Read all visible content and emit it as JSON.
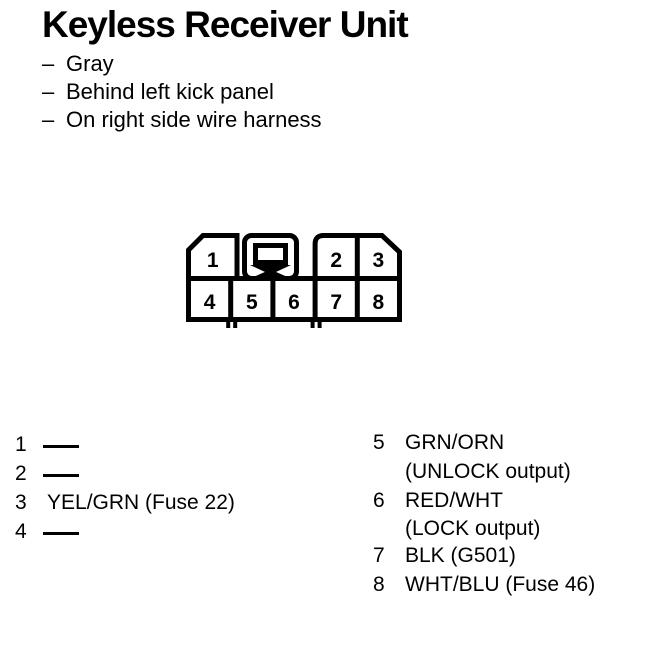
{
  "page": {
    "title": "Keyless Receiver Unit",
    "bullet_char": "–"
  },
  "notes": [
    {
      "text": "Gray"
    },
    {
      "text": "Behind left kick panel"
    },
    {
      "text": "On right side wire harness"
    }
  ],
  "connector": {
    "description": "8-pin connector, front view, two rows with center latch",
    "pins": {
      "p1": "1",
      "p2": "2",
      "p3": "3",
      "p4": "4",
      "p5": "5",
      "p6": "6",
      "p7": "7",
      "p8": "8"
    }
  },
  "pins_left": [
    {
      "num": "1",
      "label": "",
      "no_wire": true
    },
    {
      "num": "2",
      "label": "",
      "no_wire": true
    },
    {
      "num": "3",
      "label": "YEL/GRN (Fuse 22)",
      "no_wire": false
    },
    {
      "num": "4",
      "label": "",
      "no_wire": true
    }
  ],
  "pins_right": [
    {
      "num": "5",
      "line1": "GRN/ORN",
      "line2": "(UNLOCK output)"
    },
    {
      "num": "6",
      "line1": "RED/WHT",
      "line2": "(LOCK output)"
    },
    {
      "num": "7",
      "line1": "BLK (G501)",
      "line2": ""
    },
    {
      "num": "8",
      "line1": "WHT/BLU (Fuse 46)",
      "line2": ""
    }
  ],
  "colors": {
    "ink": "#000000",
    "paper": "#ffffff"
  }
}
